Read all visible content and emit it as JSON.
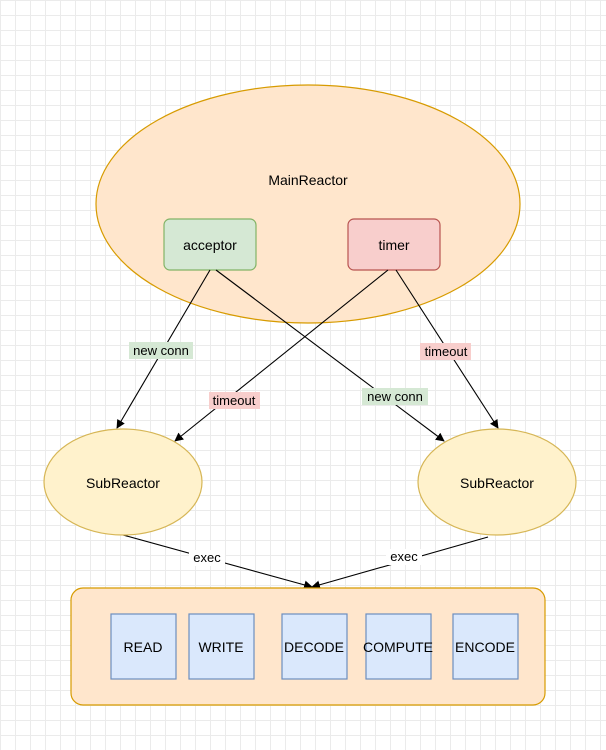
{
  "main_reactor": {
    "label": "MainReactor",
    "fill": "#ffe6cc",
    "stroke": "#d79b00",
    "acceptor": {
      "label": "acceptor",
      "fill": "#d5e8d4",
      "stroke": "#82b366"
    },
    "timer": {
      "label": "timer",
      "fill": "#f8cecc",
      "stroke": "#b85450"
    }
  },
  "sub_reactors": [
    {
      "label": "SubReactor"
    },
    {
      "label": "SubReactor"
    }
  ],
  "sub_reactor_style": {
    "fill": "#fff2cc",
    "stroke": "#d6b656"
  },
  "edge_labels": {
    "new_conn_left": "new conn",
    "timeout_left": "timeout",
    "new_conn_right": "new conn",
    "timeout_right": "timeout",
    "exec_left": "exec",
    "exec_right": "exec"
  },
  "edge_label_colors": {
    "new_conn": "#d5e8d4",
    "timeout": "#f8cecc"
  },
  "worker_pool": {
    "fill": "#ffe6cc",
    "stroke": "#d79b00",
    "stages": [
      {
        "label": "READ"
      },
      {
        "label": "WRITE"
      },
      {
        "label": "DECODE"
      },
      {
        "label": "COMPUTE"
      },
      {
        "label": "ENCODE"
      }
    ],
    "stage_fill": "#dae8fc",
    "stage_stroke": "#6c8ebf"
  }
}
